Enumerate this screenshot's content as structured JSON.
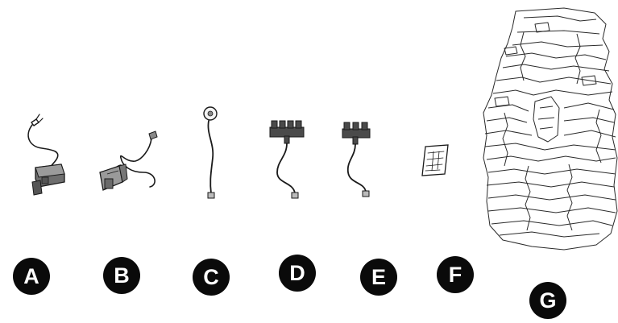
{
  "labels": {
    "a": "A",
    "b": "B",
    "c": "C",
    "d": "D",
    "e": "E",
    "f": "F",
    "g": "G"
  },
  "colors": {
    "ink": "#1a1a1a",
    "badge": "#0a0a0a",
    "badge_text": "#ffffff",
    "device": "#8a8a8a"
  },
  "icons": {
    "a": "transformer-with-plug-icon",
    "b": "pump-with-cable-icon",
    "c": "light-cable-icon",
    "d": "four-way-connector-icon",
    "e": "three-way-connector-icon",
    "f": "manual-booklet-icon",
    "g": "rock-waterfall-icon"
  }
}
